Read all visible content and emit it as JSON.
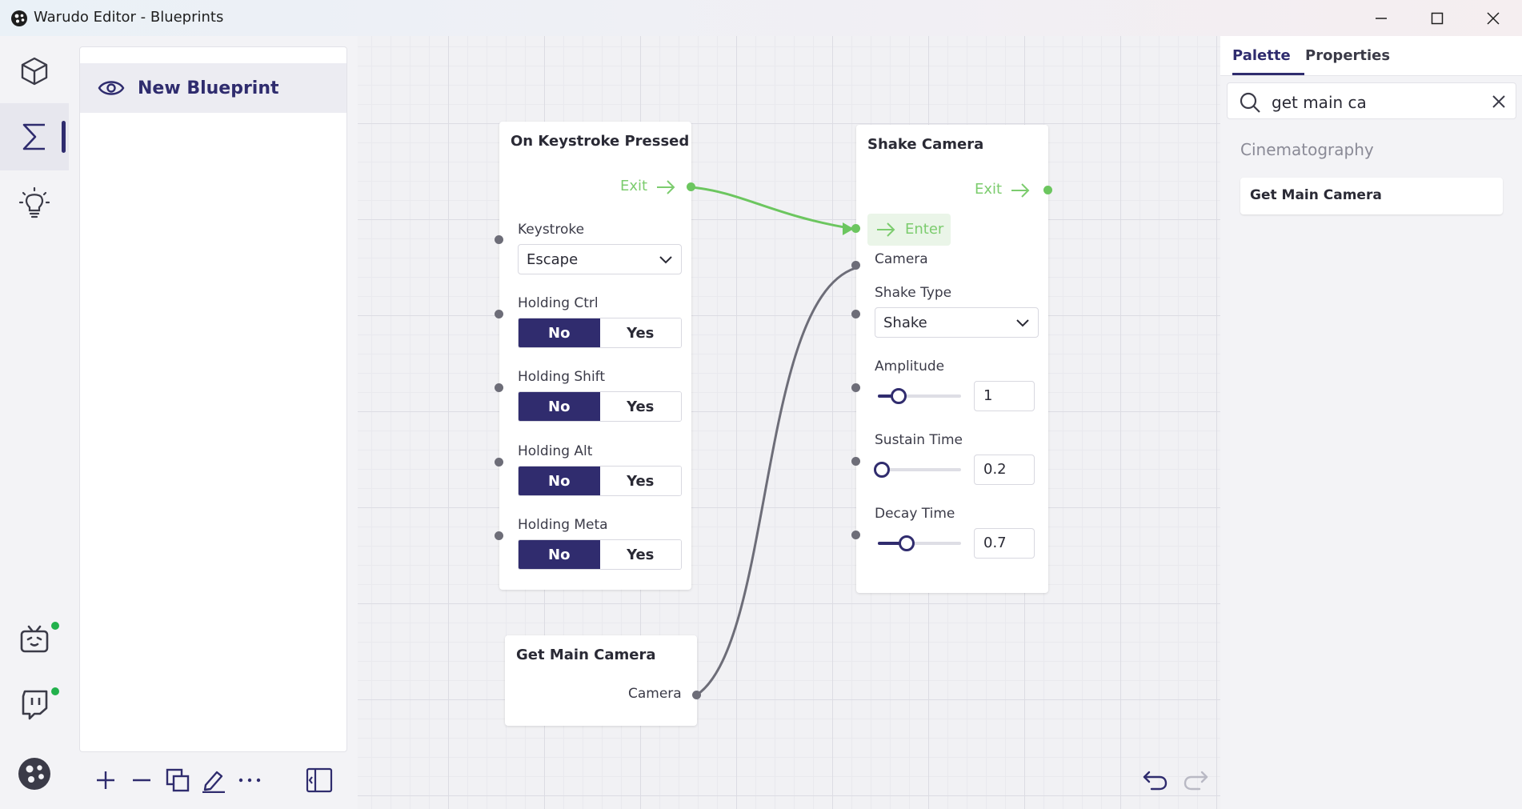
{
  "window": {
    "title": "Warudo Editor - Blueprints",
    "controls": [
      "minimize-icon",
      "maximize-icon",
      "close-icon"
    ]
  },
  "rail": {
    "items": [
      {
        "icon": "cube-icon",
        "active": false
      },
      {
        "icon": "sigma-icon",
        "active": true
      },
      {
        "icon": "lightbulb-icon",
        "active": false
      },
      {
        "icon": "bilibili-icon",
        "status": "online"
      },
      {
        "icon": "twitch-icon",
        "status": "online"
      },
      {
        "icon": "warudo-logo-icon"
      }
    ]
  },
  "blueprints": {
    "items": [
      {
        "label": "New Blueprint",
        "icon": "eye-icon"
      }
    ],
    "toolbar": [
      "plus-icon",
      "minus-icon",
      "duplicate-icon",
      "rename-icon",
      "more-icon",
      "collapse-panel-icon"
    ]
  },
  "canvas": {
    "nodes": {
      "keystroke": {
        "title": "On Keystroke Pressed",
        "exit_label": "Exit",
        "keystroke_label": "Keystroke",
        "keystroke_value": "Escape",
        "ctrl_label": "Holding Ctrl",
        "shift_label": "Holding Shift",
        "alt_label": "Holding Alt",
        "meta_label": "Holding Meta",
        "no_label": "No",
        "yes_label": "Yes"
      },
      "shake": {
        "title": "Shake Camera",
        "exit_label": "Exit",
        "enter_label": "Enter",
        "camera_label": "Camera",
        "shake_type_label": "Shake Type",
        "shake_type_value": "Shake",
        "amplitude_label": "Amplitude",
        "amplitude_value": "1",
        "amplitude_fraction": 0.25,
        "sustain_label": "Sustain Time",
        "sustain_value": "0.2",
        "sustain_fraction": 0.05,
        "decay_label": "Decay Time",
        "decay_value": "0.7",
        "decay_fraction": 0.35
      },
      "camera": {
        "title": "Get Main Camera",
        "output_label": "Camera"
      }
    },
    "toolbar": [
      "undo-icon",
      "redo-icon"
    ]
  },
  "palette": {
    "tabs": [
      "Palette",
      "Properties"
    ],
    "active_tab": "Palette",
    "search_value": "get main ca",
    "section": "Cinematography",
    "results": [
      "Get Main Camera"
    ]
  },
  "colors": {
    "accent": "#302c6e",
    "flow": "#6cc65f",
    "status_online": "#22b14c"
  }
}
